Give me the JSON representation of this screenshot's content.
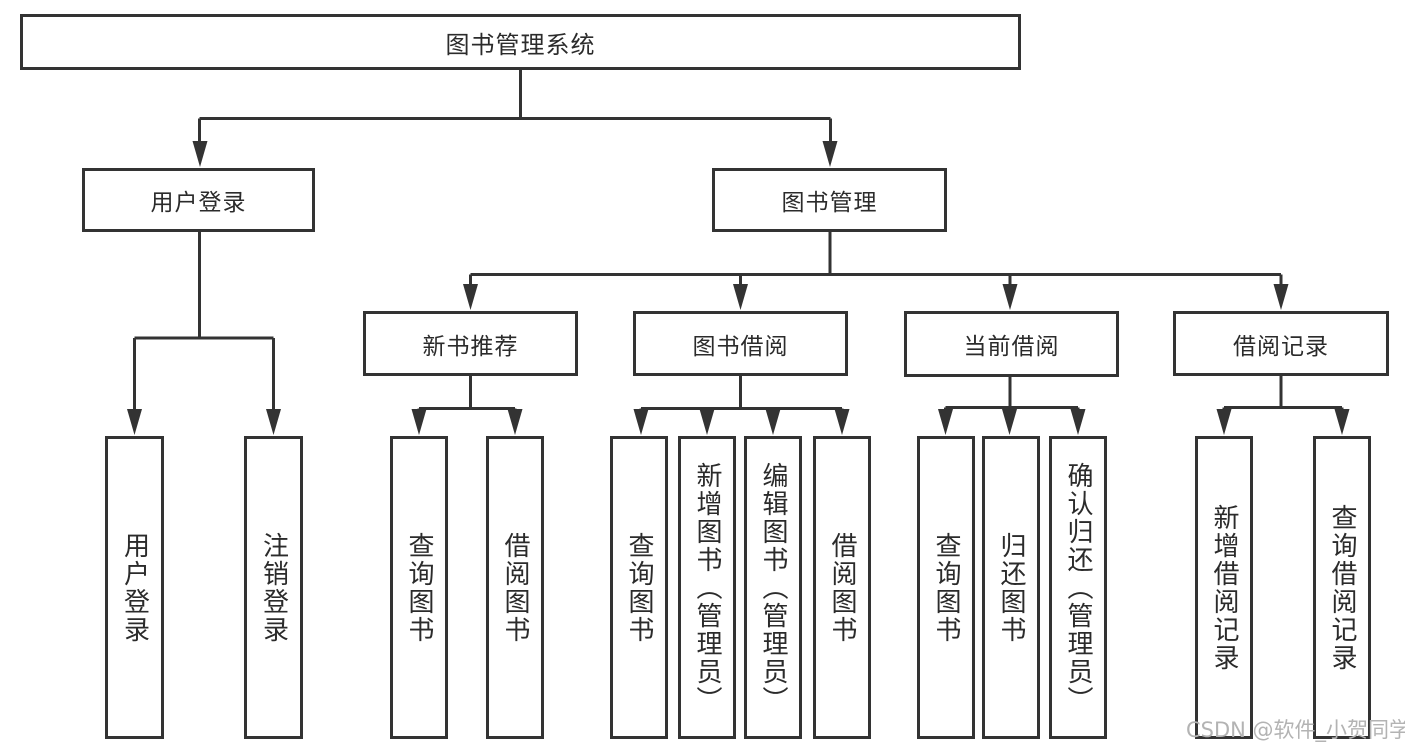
{
  "tree": {
    "root": "图书管理系统",
    "branches": [
      {
        "label": "用户登录",
        "children": [
          "用户登录",
          "注销登录"
        ]
      },
      {
        "label": "图书管理",
        "sections": [
          {
            "label": "新书推荐",
            "children": [
              "查询图书",
              "借阅图书"
            ]
          },
          {
            "label": "图书借阅",
            "children": [
              "查询图书",
              "新增图书（管理员）",
              "编辑图书（管理员）",
              "借阅图书"
            ]
          },
          {
            "label": "当前借阅",
            "children": [
              "查询图书",
              "归还图书",
              "确认归还（管理员）"
            ]
          },
          {
            "label": "借阅记录",
            "children": [
              "新增借阅记录",
              "查询借阅记录"
            ]
          }
        ]
      }
    ]
  },
  "watermark": "CSDN @软件_小贺同学",
  "colors": {
    "line": "#333333",
    "text": "#2b2b2b",
    "watermark": "#b3b3b3",
    "background": "#ffffff"
  }
}
